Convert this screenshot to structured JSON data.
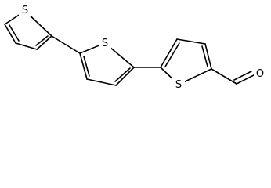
{
  "structure": {
    "atoms": {
      "s1": "S",
      "s2": "S",
      "s3": "S",
      "o1": "O"
    }
  }
}
